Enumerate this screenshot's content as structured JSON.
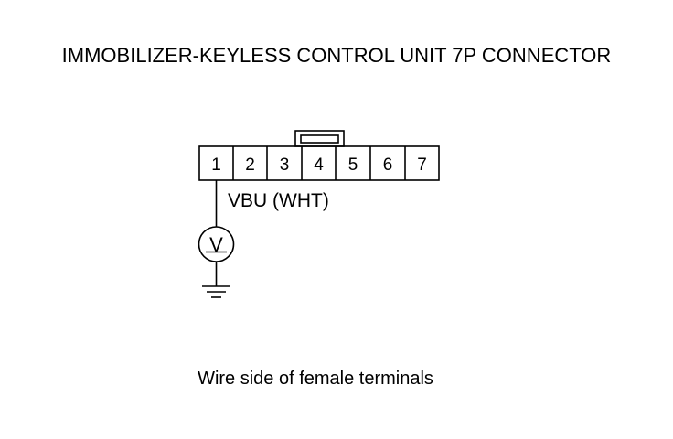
{
  "title": "IMMOBILIZER-KEYLESS CONTROL UNIT 7P CONNECTOR",
  "connector": {
    "pins": [
      "1",
      "2",
      "3",
      "4",
      "5",
      "6",
      "7"
    ]
  },
  "wire_label": "VBU (WHT)",
  "voltmeter_symbol": "V",
  "caption": "Wire side of female terminals",
  "colors": {
    "line": "#000000",
    "background": "#ffffff"
  }
}
